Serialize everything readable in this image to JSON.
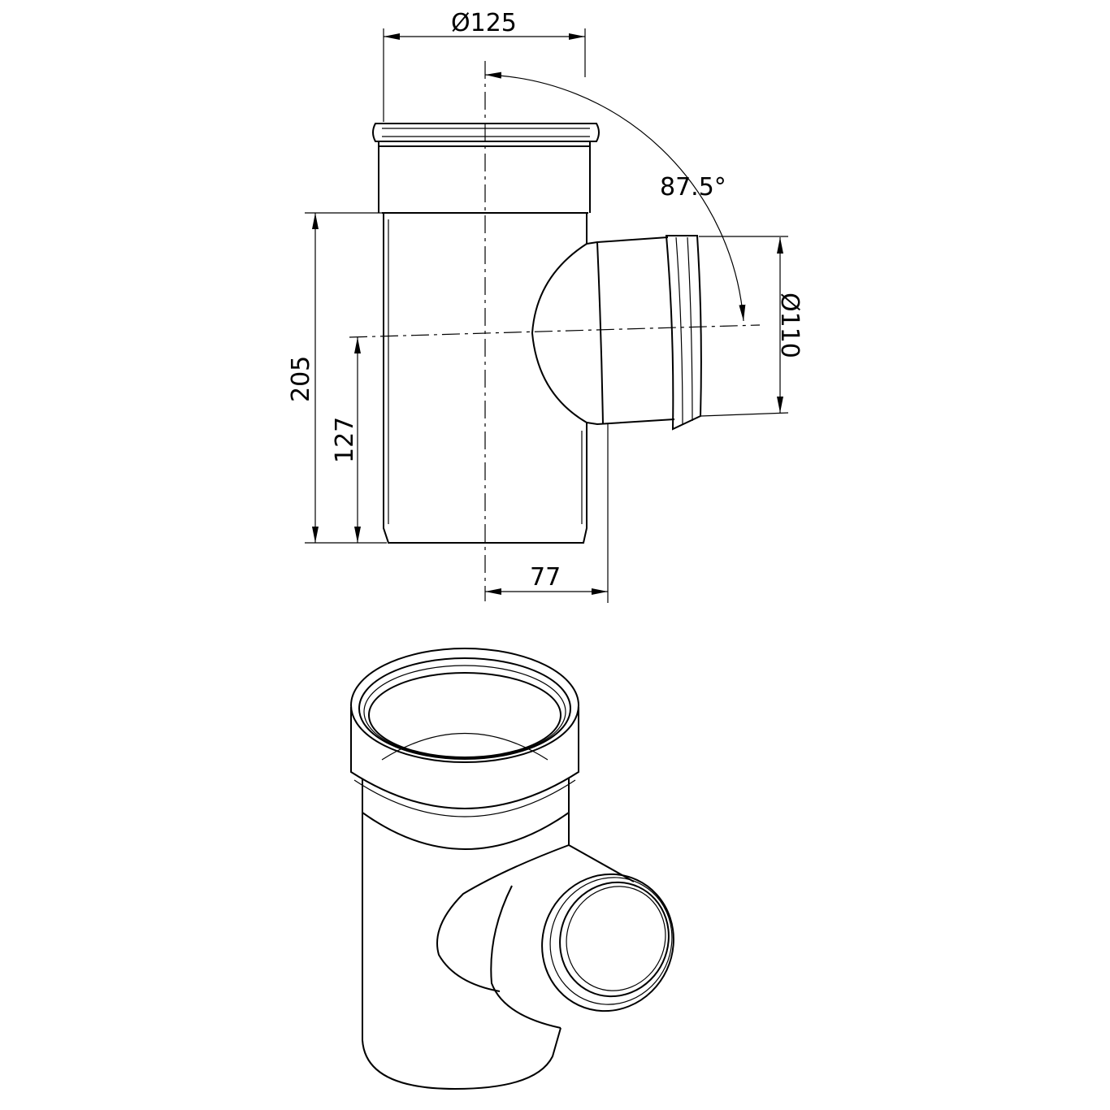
{
  "drawing": {
    "dimensions": {
      "main_diameter": "Ø125",
      "angle": "87.5°",
      "branch_diameter": "Ø110",
      "overall_height": "205",
      "branch_height": "127",
      "branch_offset": "77"
    },
    "colors": {
      "line": "#000000",
      "background": "#ffffff"
    }
  }
}
